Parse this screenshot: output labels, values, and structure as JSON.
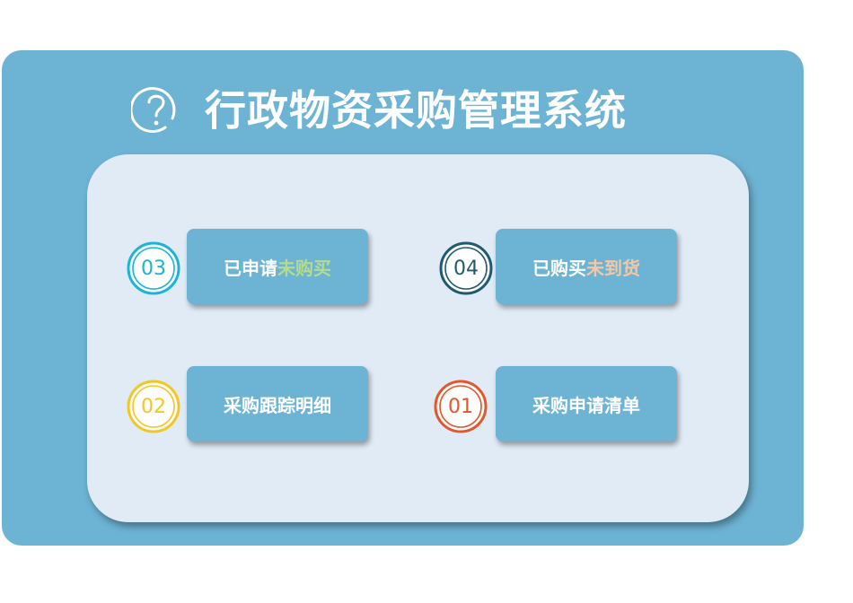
{
  "app": {
    "title": "行政物资采购管理系统",
    "help_icon": "help-circle-icon"
  },
  "colors": {
    "outer_panel": "#6db3d4",
    "inner_panel": "#e0ebf6",
    "tile": "#6db3d4",
    "highlight_green": "#b4dc8c",
    "highlight_orange": "#f6c7a2"
  },
  "items": [
    {
      "number": "03",
      "label_main": "已申请",
      "label_highlight": "未购买",
      "badge_color": "#18b5d8",
      "highlight_color": "#b4dc8c"
    },
    {
      "number": "04",
      "label_main": "已购买",
      "label_highlight": "未到货",
      "badge_color": "#1f5a73",
      "highlight_color": "#f6c7a2"
    },
    {
      "number": "02",
      "label_main": "采购跟踪明细",
      "label_highlight": "",
      "badge_color": "#f4c623",
      "highlight_color": ""
    },
    {
      "number": "01",
      "label_main": "采购申请清单",
      "label_highlight": "",
      "badge_color": "#e4572b",
      "highlight_color": ""
    }
  ]
}
